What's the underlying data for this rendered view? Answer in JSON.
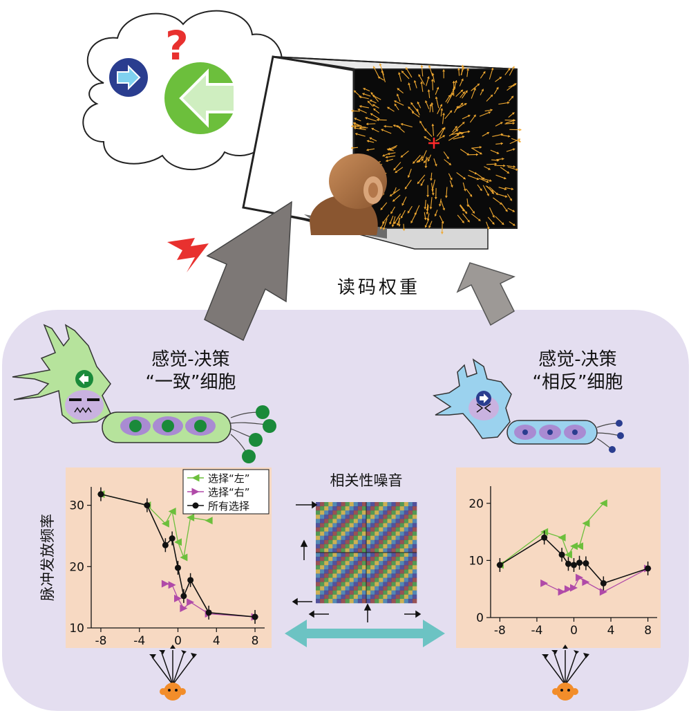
{
  "thought": {
    "question_mark": "?"
  },
  "readout_label": "读码权重",
  "left_cell": {
    "title_line1": "感觉-决策",
    "title_line2": "“一致”细胞"
  },
  "right_cell": {
    "title_line1": "感觉-决策",
    "title_line2": "“相反”细胞"
  },
  "noise": {
    "title": "相关性噪音",
    "colors": [
      "#3a3a8c",
      "#8c3a3a",
      "#3a8c3a",
      "#c8a83a",
      "#3a7aa8"
    ]
  },
  "colors": {
    "panel_bg": "#e4def0",
    "plot_bg": "#f7d9c2",
    "green": "#6cbf3c",
    "purple": "#b04aa8",
    "arrow_gray": "#7d7876",
    "teal": "#6cc3c3",
    "orange_arrows": "#f0a830",
    "cell_green": "#b6e39c",
    "cell_blue": "#9bd2ee"
  },
  "chart_data": [
    {
      "type": "line",
      "ylabel": "脉冲发放频率",
      "xlim": [
        -9,
        9
      ],
      "ylim": [
        10,
        33
      ],
      "xticks": [
        -8,
        -4,
        0,
        4,
        8
      ],
      "yticks": [
        10,
        20,
        30
      ],
      "legend": {
        "placement": "top-right"
      },
      "series": [
        {
          "name": "选择“左”",
          "marker": "triangle-left",
          "color": "#6cbf3c",
          "x": [
            -8,
            -3.2,
            -1.3,
            -0.6,
            0,
            0.6,
            1.3,
            3.2
          ],
          "y": [
            31.8,
            30,
            27,
            29,
            24,
            21.5,
            28,
            27.5
          ]
        },
        {
          "name": "选择“右”",
          "marker": "triangle-right",
          "color": "#b04aa8",
          "x": [
            -1.3,
            -0.6,
            0,
            0.6,
            1.3,
            3.2,
            8
          ],
          "y": [
            17.2,
            17,
            14.8,
            13.2,
            14.2,
            12.3,
            11.8
          ]
        },
        {
          "name": "所有选择",
          "marker": "circle",
          "color": "#111111",
          "x": [
            -8,
            -3.2,
            -1.3,
            -0.6,
            0,
            0.6,
            1.3,
            3.2,
            8
          ],
          "y": [
            31.8,
            30,
            23.5,
            24.6,
            19.8,
            15.2,
            17.8,
            12.5,
            11.8
          ]
        }
      ]
    },
    {
      "type": "line",
      "xlim": [
        -9,
        9
      ],
      "ylim": [
        0,
        23
      ],
      "xticks": [
        -8,
        -4,
        0,
        4,
        8
      ],
      "yticks": [
        0,
        10,
        20
      ],
      "series": [
        {
          "name": "选择“左”",
          "marker": "triangle-left",
          "color": "#6cbf3c",
          "x": [
            -8,
            -3.2,
            -1.3,
            -0.6,
            0,
            0.6,
            1.3,
            3.2
          ],
          "y": [
            9.2,
            15,
            14,
            11,
            12.5,
            12.5,
            16.5,
            20
          ]
        },
        {
          "name": "选择“右”",
          "marker": "triangle-right",
          "color": "#b04aa8",
          "x": [
            -3.2,
            -1.3,
            -0.6,
            0,
            0.6,
            1.3,
            3.2,
            8
          ],
          "y": [
            6,
            4.5,
            5,
            5.2,
            7,
            6.2,
            4.5,
            8.6
          ]
        },
        {
          "name": "所有选择",
          "marker": "circle",
          "color": "#111111",
          "x": [
            -8,
            -3.2,
            -1.3,
            -0.6,
            0,
            0.6,
            1.3,
            3.2,
            8
          ],
          "y": [
            9.2,
            14,
            11,
            9.4,
            9.2,
            9.6,
            9.5,
            6,
            8.6
          ]
        }
      ]
    }
  ]
}
